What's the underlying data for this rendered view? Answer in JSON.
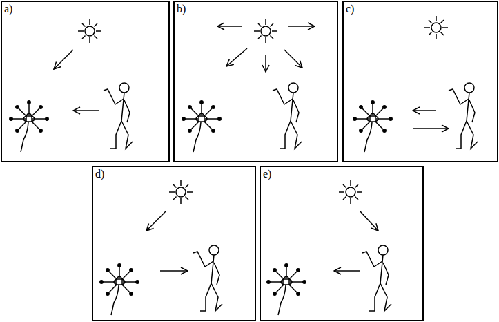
{
  "diagram": {
    "nodes": [
      {
        "text": [
          "a)"
        ]
      },
      {
        "text": [
          "b)"
        ]
      },
      {
        "text": [
          "c)"
        ]
      },
      {
        "text": [
          "d)"
        ]
      },
      {
        "text": [
          "e)"
        ]
      }
    ]
  }
}
